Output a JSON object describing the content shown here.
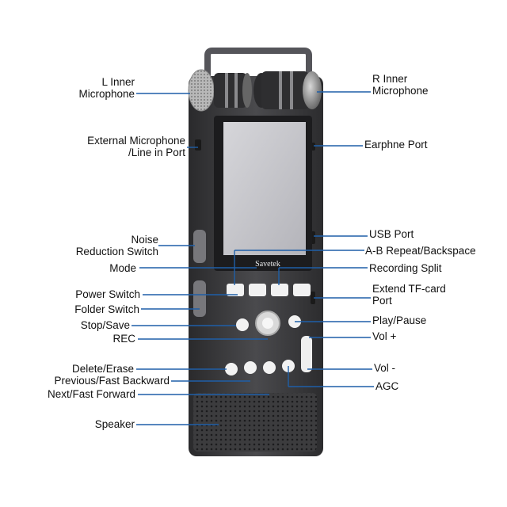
{
  "diagram": {
    "brand": "Savetek",
    "colors": {
      "leader_line": "#1f5fa8",
      "device_body": "#3a3a3c",
      "screen": "#c9c9cd",
      "button": "#f2f2f2"
    },
    "labels_left": [
      {
        "id": "l-inner-mic",
        "text": "L Inner\nMicrophone"
      },
      {
        "id": "ext-mic",
        "text": "External Microphone\n/Line in Port"
      },
      {
        "id": "noise-switch",
        "text": "Noise\nReduction Switch"
      },
      {
        "id": "mode",
        "text": "Mode"
      },
      {
        "id": "power-switch",
        "text": "Power Switch"
      },
      {
        "id": "folder-switch",
        "text": "Folder Switch"
      },
      {
        "id": "stop-save",
        "text": "Stop/Save"
      },
      {
        "id": "rec",
        "text": "REC"
      },
      {
        "id": "delete-erase",
        "text": "Delete/Erase"
      },
      {
        "id": "prev-fast-back",
        "text": "Previous/Fast Backward"
      },
      {
        "id": "next-fast-fwd",
        "text": "Next/Fast Forward"
      },
      {
        "id": "speaker",
        "text": "Speaker"
      }
    ],
    "labels_right": [
      {
        "id": "r-inner-mic",
        "text": "R Inner\nMicrophone"
      },
      {
        "id": "earphone-port",
        "text": "Earphne Port"
      },
      {
        "id": "usb-port",
        "text": "USB Port"
      },
      {
        "id": "ab-repeat",
        "text": "A-B Repeat/Backspace"
      },
      {
        "id": "rec-split",
        "text": "Recording Split"
      },
      {
        "id": "tf-card",
        "text": "Extend TF-card\nPort"
      },
      {
        "id": "play-pause",
        "text": "Play/Pause"
      },
      {
        "id": "vol-up",
        "text": "Vol +"
      },
      {
        "id": "vol-down",
        "text": "Vol -"
      },
      {
        "id": "agc",
        "text": "AGC"
      }
    ]
  }
}
